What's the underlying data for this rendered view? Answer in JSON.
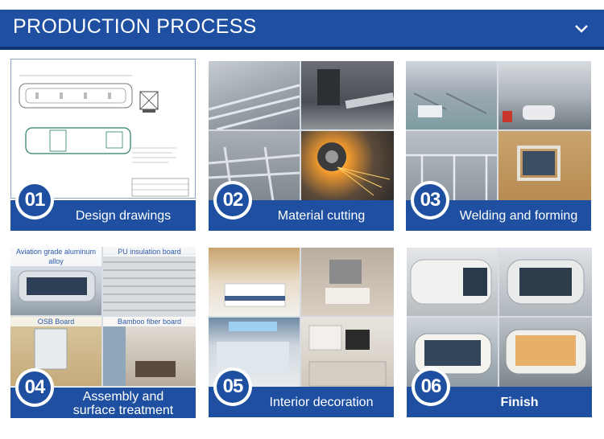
{
  "header": {
    "title": "PRODUCTION PROCESS",
    "expand_icon": "chevron-down-icon"
  },
  "steps": [
    {
      "number": "01",
      "label": "Design drawings"
    },
    {
      "number": "02",
      "label": "Material cutting"
    },
    {
      "number": "03",
      "label": "Welding and forming"
    },
    {
      "number": "04",
      "label_line1": "Assembly and",
      "label_line2": "surface treatment",
      "photo_labels": [
        "Aviation grade aluminum alloy",
        "PU insulation board",
        "OSB Board",
        "Bamboo fiber board"
      ]
    },
    {
      "number": "05",
      "label": "Interior decoration"
    },
    {
      "number": "06",
      "label": "Finish"
    }
  ],
  "colors": {
    "brand_blue": "#1e4fa0",
    "dark_blue": "#0d3276",
    "white": "#ffffff"
  }
}
